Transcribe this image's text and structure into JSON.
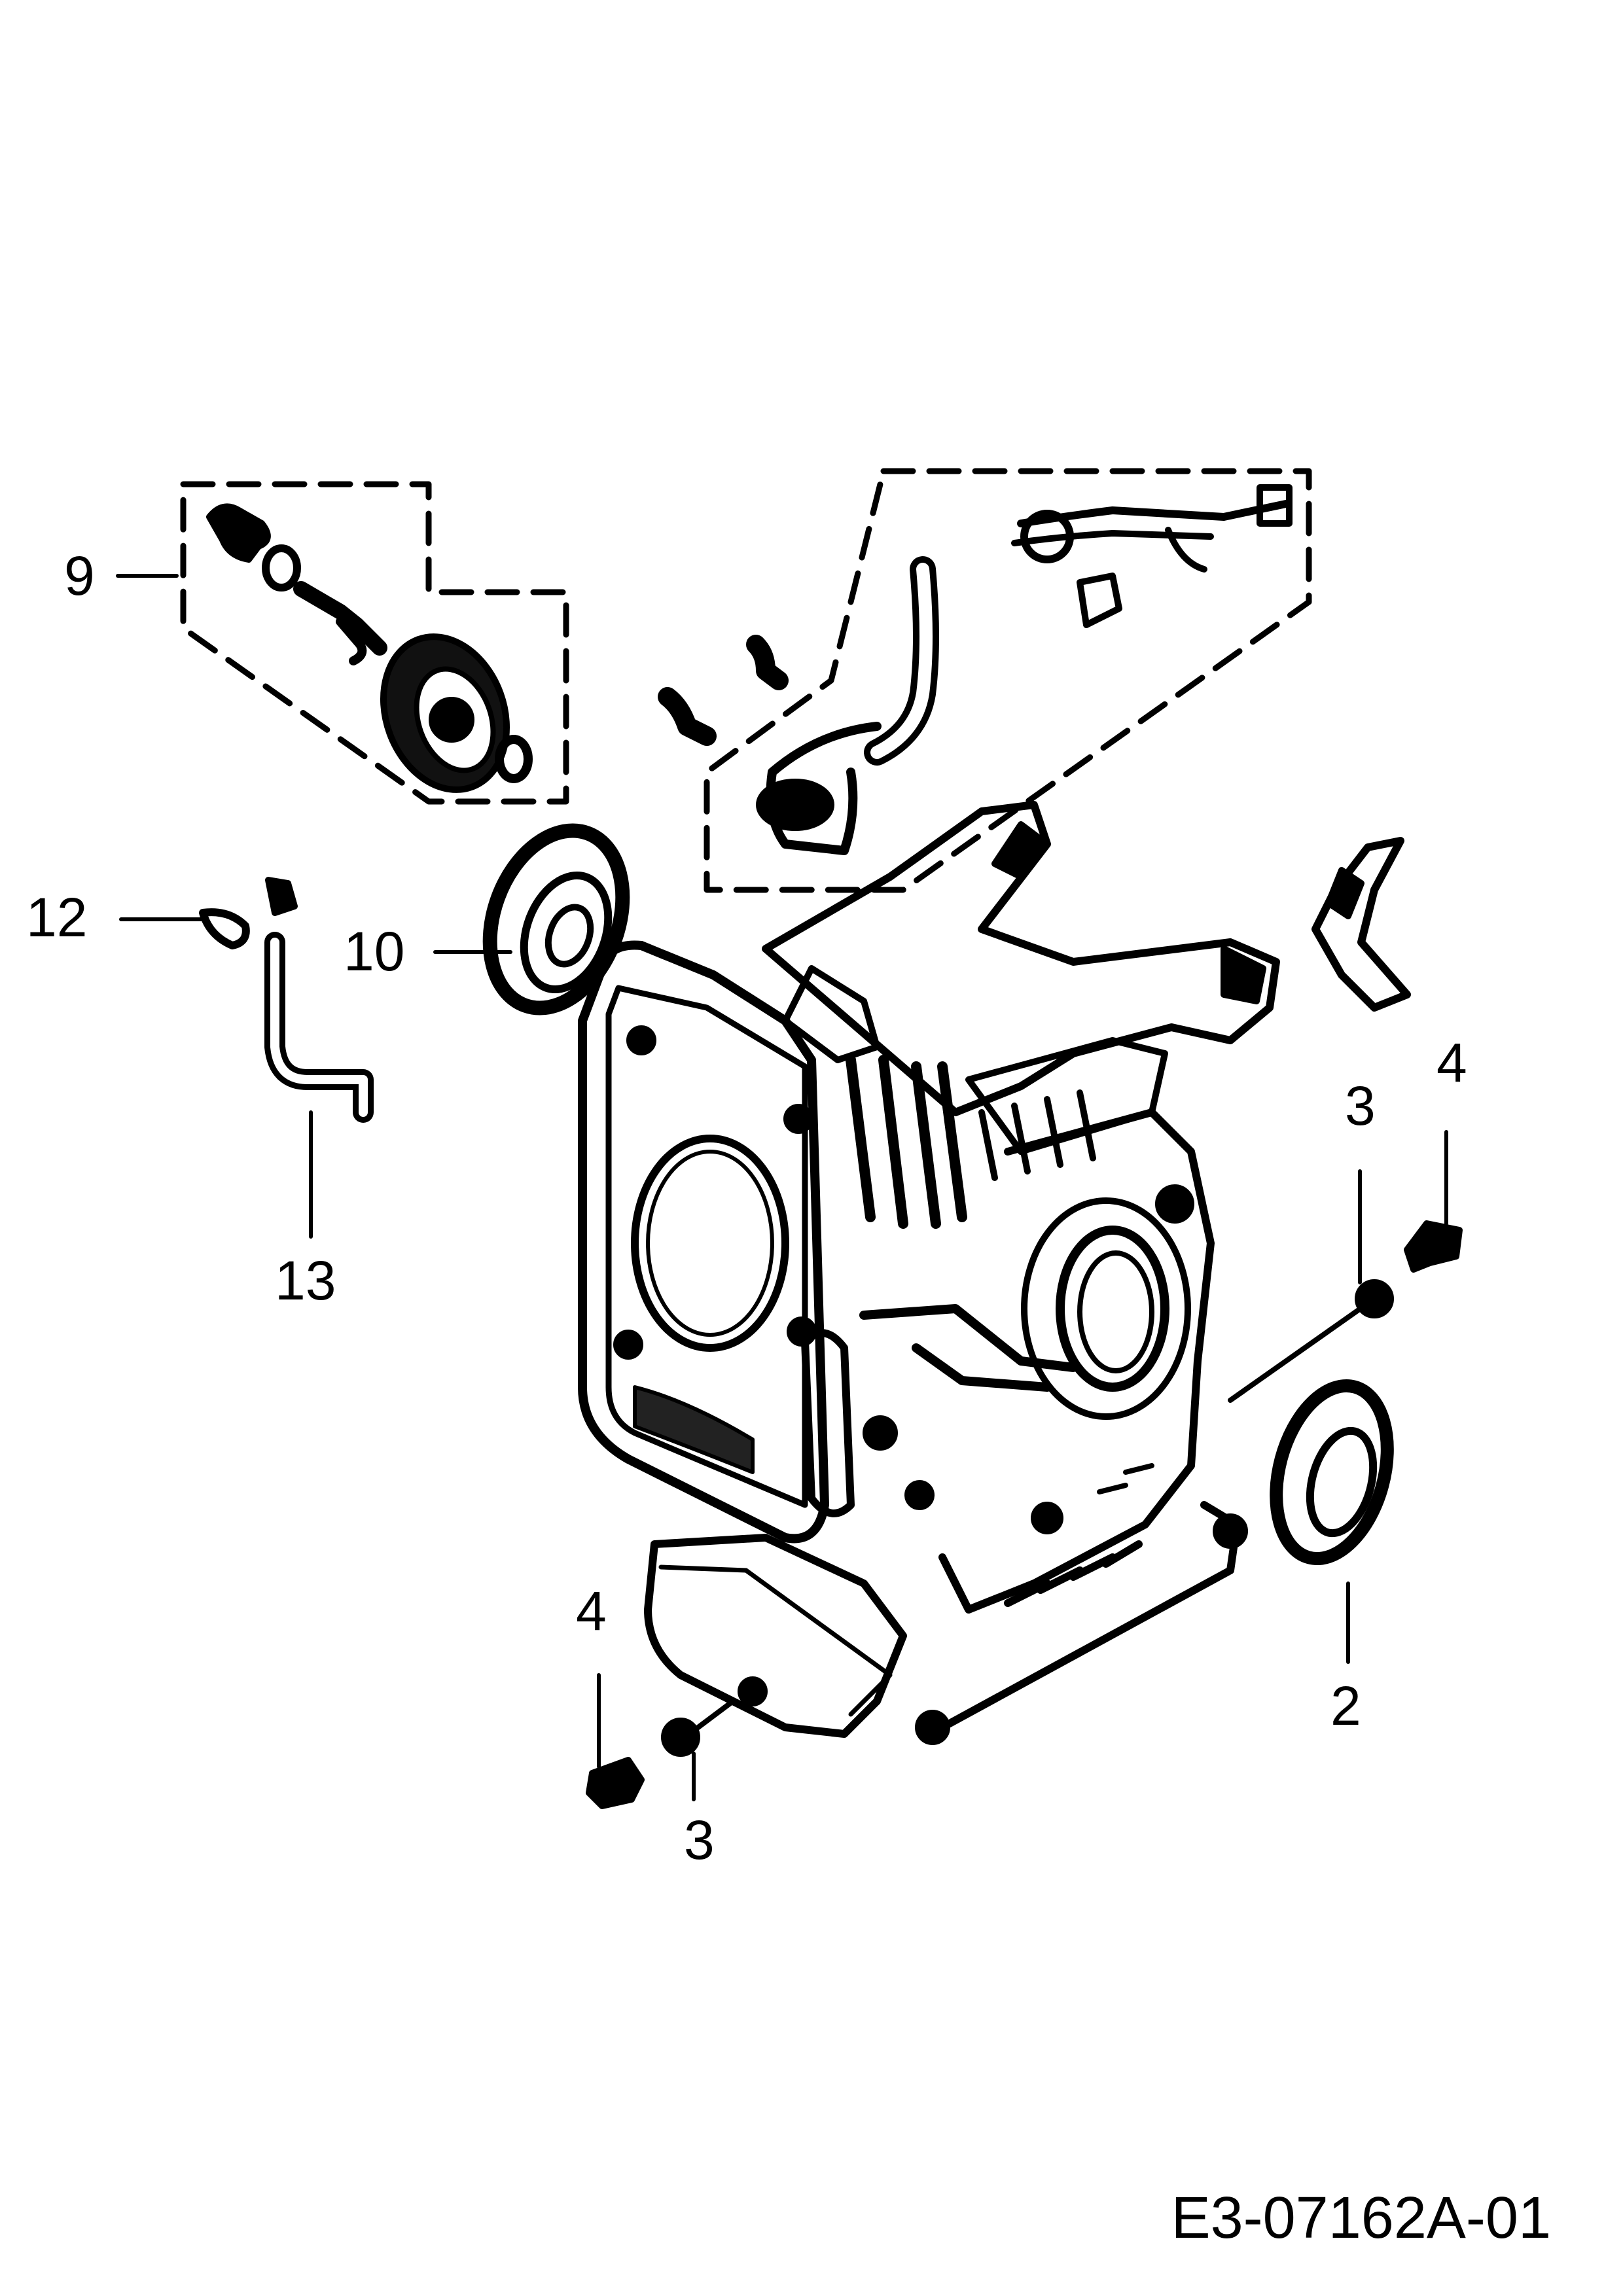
{
  "diagram": {
    "callouts": [
      {
        "id": "c9",
        "label": "9"
      },
      {
        "id": "c12",
        "label": "12"
      },
      {
        "id": "c10",
        "label": "10"
      },
      {
        "id": "c13",
        "label": "13"
      },
      {
        "id": "c3a",
        "label": "3"
      },
      {
        "id": "c4a",
        "label": "4"
      },
      {
        "id": "c2",
        "label": "2"
      },
      {
        "id": "c4b",
        "label": "4"
      },
      {
        "id": "c3b",
        "label": "3"
      }
    ],
    "document_code": "E3-07162A-01"
  }
}
